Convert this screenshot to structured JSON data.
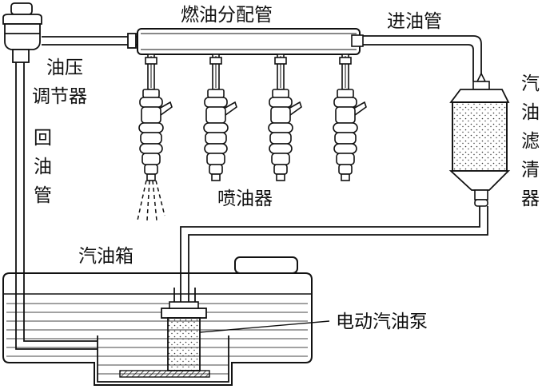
{
  "labels": {
    "fuel_rail": "燃油分配管",
    "inlet_pipe": "进油管",
    "pressure_regulator_line1": "油压",
    "pressure_regulator_line2": "调节器",
    "return_pipe_c1": "回",
    "return_pipe_c2": "油",
    "return_pipe_c3": "管",
    "fuel_filter_c1": "汽",
    "fuel_filter_c2": "油",
    "fuel_filter_c3": "滤",
    "fuel_filter_c4": "清",
    "fuel_filter_c5": "器",
    "injector": "喷油器",
    "fuel_tank": "汽油箱",
    "fuel_pump": "电动汽油泵"
  }
}
